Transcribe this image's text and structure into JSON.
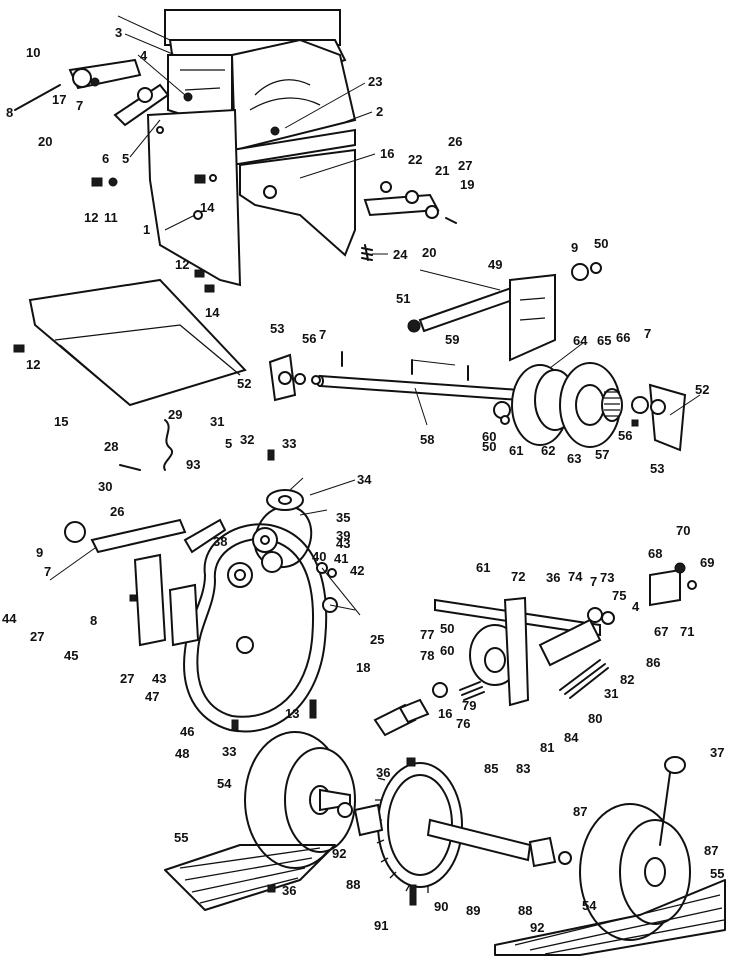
{
  "labels": [
    "1",
    "2",
    "3",
    "4",
    "5",
    "6",
    "7",
    "8",
    "9",
    "10",
    "11",
    "12",
    "13",
    "14",
    "15",
    "16",
    "17",
    "18",
    "19",
    "20",
    "21",
    "22",
    "23",
    "24",
    "25",
    "26",
    "27",
    "28",
    "29",
    "30",
    "31",
    "32",
    "33",
    "34",
    "35",
    "36",
    "37",
    "38",
    "39",
    "40",
    "41",
    "42",
    "43",
    "44",
    "45",
    "46",
    "47",
    "48",
    "49",
    "50",
    "51",
    "52",
    "53",
    "54",
    "55",
    "56",
    "57",
    "58",
    "59",
    "60",
    "61",
    "62",
    "63",
    "64",
    "65",
    "66",
    "67",
    "68",
    "69",
    "70",
    "71",
    "72",
    "73",
    "74",
    "75",
    "76",
    "77",
    "78",
    "79",
    "80",
    "81",
    "82",
    "83",
    "84",
    "85",
    "86",
    "87",
    "88",
    "89",
    "90",
    "91",
    "92",
    "93"
  ],
  "callouts": [
    {
      "text": "10"
    },
    {
      "text": "3"
    },
    {
      "text": "4"
    },
    {
      "text": "23"
    },
    {
      "text": "2"
    },
    {
      "text": "8"
    },
    {
      "text": "17"
    },
    {
      "text": "7"
    },
    {
      "text": "20"
    },
    {
      "text": "6"
    },
    {
      "text": "5"
    },
    {
      "text": "16"
    },
    {
      "text": "26"
    },
    {
      "text": "22"
    },
    {
      "text": "21"
    },
    {
      "text": "27"
    },
    {
      "text": "19"
    },
    {
      "text": "12"
    },
    {
      "text": "11"
    },
    {
      "text": "14"
    },
    {
      "text": "1"
    },
    {
      "text": "20"
    },
    {
      "text": "24"
    },
    {
      "text": "12"
    },
    {
      "text": "14"
    },
    {
      "text": "9"
    },
    {
      "text": "50"
    },
    {
      "text": "49"
    },
    {
      "text": "51"
    },
    {
      "text": "53"
    },
    {
      "text": "56"
    },
    {
      "text": "7"
    },
    {
      "text": "12"
    },
    {
      "text": "52"
    },
    {
      "text": "59"
    },
    {
      "text": "64"
    },
    {
      "text": "65"
    },
    {
      "text": "66"
    },
    {
      "text": "7"
    },
    {
      "text": "15"
    },
    {
      "text": "52"
    },
    {
      "text": "58"
    },
    {
      "text": "60"
    },
    {
      "text": "50"
    },
    {
      "text": "61"
    },
    {
      "text": "62"
    },
    {
      "text": "63"
    },
    {
      "text": "57"
    },
    {
      "text": "56"
    },
    {
      "text": "53"
    },
    {
      "text": "29"
    },
    {
      "text": "28"
    },
    {
      "text": "31"
    },
    {
      "text": "93"
    },
    {
      "text": "5"
    },
    {
      "text": "32"
    },
    {
      "text": "33"
    },
    {
      "text": "30"
    },
    {
      "text": "34"
    },
    {
      "text": "26"
    },
    {
      "text": "35"
    },
    {
      "text": "39"
    },
    {
      "text": "9"
    },
    {
      "text": "38"
    },
    {
      "text": "43"
    },
    {
      "text": "7"
    },
    {
      "text": "40"
    },
    {
      "text": "41"
    },
    {
      "text": "42"
    },
    {
      "text": "44"
    },
    {
      "text": "8"
    },
    {
      "text": "27"
    },
    {
      "text": "25"
    },
    {
      "text": "45"
    },
    {
      "text": "27"
    },
    {
      "text": "43"
    },
    {
      "text": "47"
    },
    {
      "text": "46"
    },
    {
      "text": "48"
    },
    {
      "text": "13"
    },
    {
      "text": "33"
    },
    {
      "text": "70"
    },
    {
      "text": "68"
    },
    {
      "text": "69"
    },
    {
      "text": "73"
    },
    {
      "text": "61"
    },
    {
      "text": "72"
    },
    {
      "text": "36"
    },
    {
      "text": "74"
    },
    {
      "text": "7"
    },
    {
      "text": "75"
    },
    {
      "text": "4"
    },
    {
      "text": "67"
    },
    {
      "text": "71"
    },
    {
      "text": "50"
    },
    {
      "text": "77"
    },
    {
      "text": "86"
    },
    {
      "text": "60"
    },
    {
      "text": "82"
    },
    {
      "text": "18"
    },
    {
      "text": "78"
    },
    {
      "text": "16"
    },
    {
      "text": "79"
    },
    {
      "text": "31"
    },
    {
      "text": "76"
    },
    {
      "text": "80"
    },
    {
      "text": "84"
    },
    {
      "text": "81"
    },
    {
      "text": "85"
    },
    {
      "text": "83"
    },
    {
      "text": "54"
    },
    {
      "text": "36"
    },
    {
      "text": "37"
    },
    {
      "text": "92"
    },
    {
      "text": "87"
    },
    {
      "text": "55"
    },
    {
      "text": "88"
    },
    {
      "text": "90"
    },
    {
      "text": "89"
    },
    {
      "text": "88"
    },
    {
      "text": "87"
    },
    {
      "text": "36"
    },
    {
      "text": "91"
    },
    {
      "text": "92"
    },
    {
      "text": "54"
    },
    {
      "text": "55"
    }
  ]
}
